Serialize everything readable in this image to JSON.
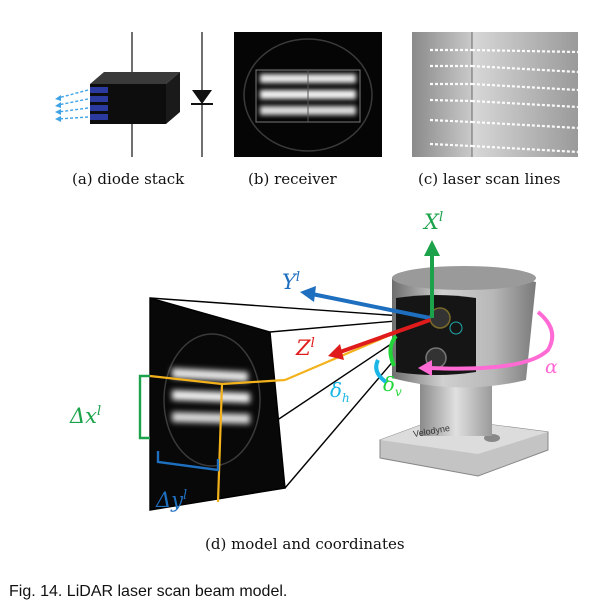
{
  "captions": {
    "a": "(a) diode stack",
    "b": "(b) receiver",
    "c": "(c) laser scan lines",
    "d": "(d) model and coordinates"
  },
  "figure_caption": "Fig. 14. LiDAR laser scan beam model.",
  "labels": {
    "x_axis": {
      "base": "X",
      "sup": "l"
    },
    "y_axis": {
      "base": "Y",
      "sup": "l"
    },
    "z_axis": {
      "base": "Z",
      "sup": "l"
    },
    "alpha": "α",
    "delta_h": {
      "base": "δ",
      "sub": "h"
    },
    "delta_v": {
      "base": "δ",
      "sub": "v"
    },
    "delta_x": {
      "base": "Δx",
      "sup": "l"
    },
    "delta_y": {
      "base": "Δy",
      "sup": "l"
    },
    "brand": "Velodyne"
  },
  "colors": {
    "x_axis": "#1ba24a",
    "y_axis": "#1e6fbf",
    "z_axis": "#e01b1b",
    "alpha": "#ff6ad5",
    "delta_h": "#19b6e6",
    "delta_v": "#22d63a",
    "yellow_lines": "#f3b21b",
    "bracket": "#1ba24a"
  }
}
